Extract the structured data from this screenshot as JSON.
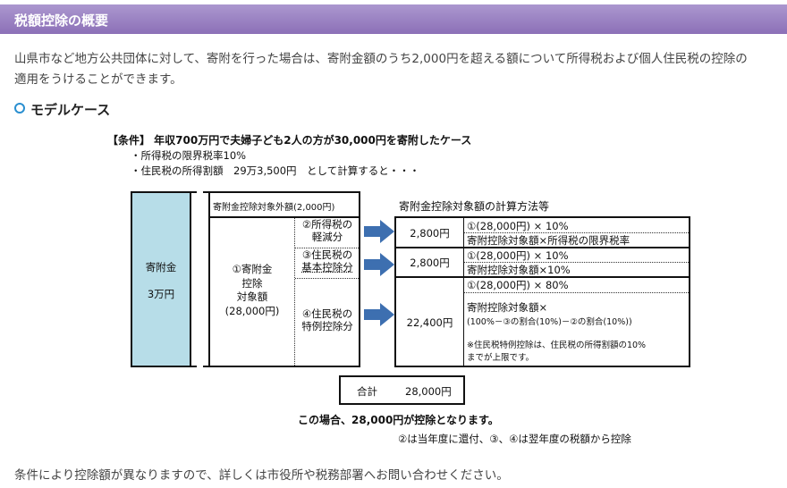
{
  "header": {
    "title": "税額控除の概要"
  },
  "intro": {
    "line1": "山県市など地方公共団体に対して、寄附を行った場合は、寄附金額のうち2,000円を超える額について所得税および個人住民税の控除の",
    "line2": "適用をうけることができます。"
  },
  "section": {
    "title": "モデルケース"
  },
  "condition": {
    "title": "【条件】 年収700万円で夫婦子ども2人の方が30,000円を寄附したケース",
    "bullet1": "・所得税の限界税率10%",
    "bullet2": "・住民税の所得割額　29万3,500円　として計算すると・・・"
  },
  "diagram": {
    "donation_label": "寄附金",
    "donation_amount": "3万円",
    "excluded": "寄附金控除対象外額(2,000円)",
    "target_l1": "①寄附金",
    "target_l2": "控除",
    "target_l3": "対象額",
    "target_l4": "(28,000円)",
    "part2_l1": "②所得税の",
    "part2_l2": "軽減分",
    "part3_l1": "③住民税の",
    "part3_l2": "基本控除分",
    "part4_l1": "④住民税の",
    "part4_l2": "特例控除分",
    "calc_title": "寄附金控除対象額の計算方法等",
    "rows": [
      {
        "amount": "2,800円",
        "f1": "①(28,000円) × 10%",
        "f2": "寄附控除対象額×所得税の限界税率"
      },
      {
        "amount": "2,800円",
        "f1": "①(28,000円) × 10%",
        "f2": "寄附控除対象額×10%"
      },
      {
        "amount": "22,400円",
        "f1": "①(28,000円) × 80%",
        "f2": "寄附控除対象額×",
        "f3": "(100%－③の割合(10%)－②の割合(10%))",
        "note1": "※住民税特例控除は、住民税の所得割額の10%",
        "note2": "までが上限です。"
      }
    ],
    "total_label": "合計",
    "total_amount": "28,000円"
  },
  "conclusion": "この場合、28,000円が控除となります。",
  "timing": "②は当年度に還付、③、④は翌年度の税額から控除",
  "footer": "条件により控除額が異なりますので、詳しくは市役所や税務部署へお問い合わせください。",
  "colors": {
    "header": "#9a82c2",
    "donation_box": "#b7dde8",
    "arrow": "#3d6fb0",
    "ring": "#2a8fd0"
  }
}
